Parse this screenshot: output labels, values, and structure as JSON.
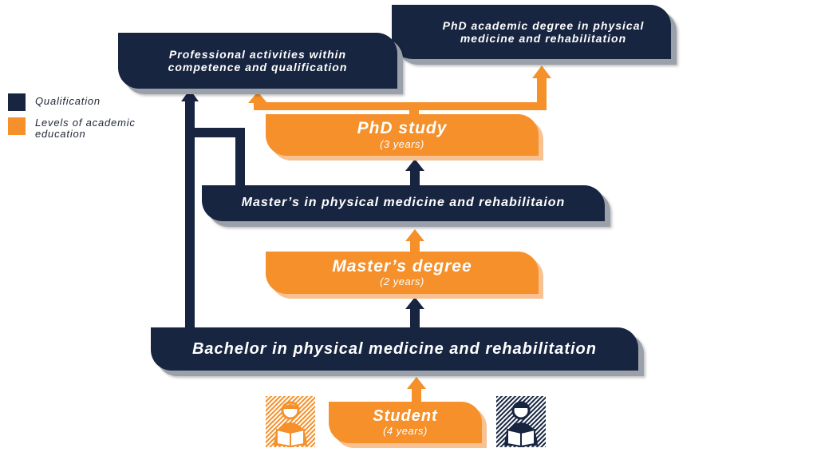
{
  "legend": {
    "qualification_label": "Qualification",
    "levels_label": "Levels of academic education",
    "qualification_color": "#182541",
    "levels_color": "#f5902a"
  },
  "boxes": {
    "professional_activities": "Professional activities within competence and qualification",
    "phd_degree": "PhD academic degree in physical medicine and rehabilitation",
    "phd_study": {
      "title": "PhD study",
      "duration": "(3 years)"
    },
    "masters_rehab": "Master’s in physical medicine and rehabilitaion",
    "masters_degree": {
      "title": "Master’s degree",
      "duration": "(2 years)"
    },
    "bachelor": "Bachelor in physical medicine and rehabilitation",
    "student": {
      "title": "Student",
      "duration": "(4 years)"
    }
  },
  "icons": [
    "reading-person-orange-icon",
    "reading-person-navy-icon"
  ]
}
